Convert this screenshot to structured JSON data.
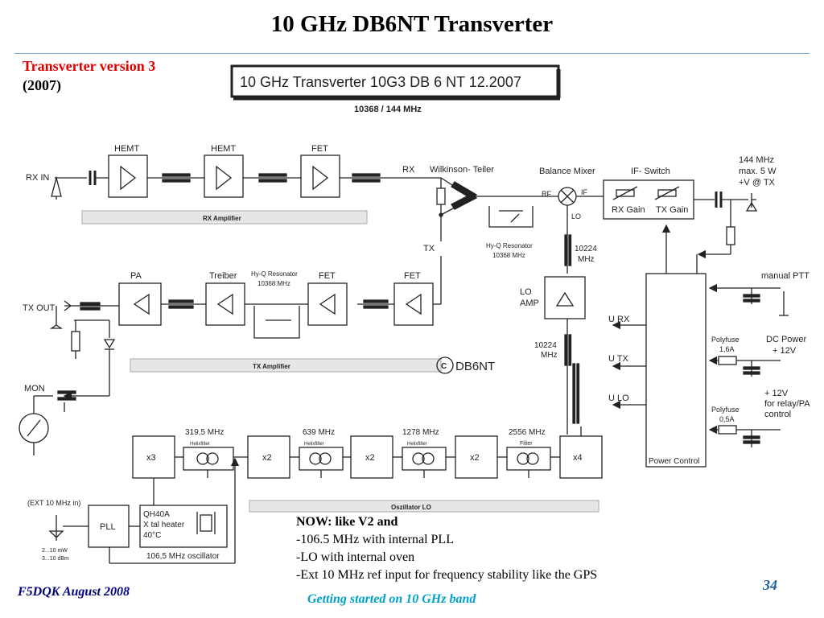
{
  "slide": {
    "title": "10 GHz DB6NT Transverter",
    "version": "Transverter version 3",
    "year": "(2007)",
    "footer_left": "F5DQK August 2008",
    "footer_mid": "Getting started on 10 GHz band",
    "page_number": "34",
    "note": {
      "heading": "NOW: like V2 and",
      "lines": [
        "-106.5 MHz with internal PLL",
        "-LO with internal oven",
        "-Ext 10 MHz ref input for frequency stability like the GPS"
      ]
    }
  },
  "diagram": {
    "header_box": "10 GHz Transverter  10G3  DB 6 NT  12.2007",
    "subheader": "10368 / 144 MHz",
    "rx_in": "RX  IN",
    "tx_out": "TX  OUT",
    "mon": "MON",
    "hemt1": "HEMT",
    "hemt2": "HEMT",
    "fet_rx": "FET",
    "rx_label": "RX",
    "wilkinson": "Wilkinson- Teiler",
    "tx_label": "TX",
    "balance_mixer": "Balance Mixer",
    "rf": "RF",
    "if": "IF",
    "lo": "LO",
    "if_switch": "IF- Switch",
    "rx_gain": "RX Gain",
    "tx_gain": "TX Gain",
    "if_freq": "144 MHz",
    "if_power": "max. 5 W",
    "if_tx": "+V @ TX",
    "rx_amp_bar": "RX  Amplifier",
    "resonator_rx": "Hy-Q Resonator",
    "resonator_rx_freq": "10368 MHz",
    "lo_freq_1": "10224",
    "lo_freq_1_unit": "MHz",
    "pa": "PA",
    "treiber": "Treiber",
    "resonator_tx": "Hy-Q Resonator",
    "resonator_tx_freq": "10368 MHz",
    "fet_tx1": "FET",
    "fet_tx2": "FET",
    "lo_amp_1": "LO",
    "lo_amp_2": "AMP",
    "lo_freq_2": "10224",
    "lo_freq_2_unit": "MHz",
    "tx_amp_bar": "TX  Amplifier",
    "copyright": "DB6NT",
    "u_rx": "U  RX",
    "u_tx": "U  TX",
    "u_lo": "U  LO",
    "manual_ptt": "manual PTT",
    "polyfuse_1": "Polyfuse",
    "polyfuse_1_val": "1,6A",
    "dc_power": "DC Power",
    "dc_power_v": "+ 12V",
    "relay_v": "+ 12V",
    "relay_1": "for relay/PA",
    "relay_2": "control",
    "polyfuse_2": "Polyfuse",
    "polyfuse_2_val": "0,5A",
    "power_control": "Power Control",
    "freq_319": "319,5 MHz",
    "freq_639": "639 MHz",
    "freq_1278": "1278 MHz",
    "freq_2556": "2556 MHz",
    "x3": "x3",
    "x2a": "x2",
    "x2b": "x2",
    "x2c": "x2",
    "x4": "x4",
    "helix1": "Helixfilter",
    "helix2": "Helixfilter",
    "helix3": "Helixfilter",
    "filter": "Filter",
    "osc_bar": "Oszillator  LO",
    "ext_ref": "(EXT 10 MHz in)",
    "pll": "PLL",
    "ref_lvl_1": "2...10 mW",
    "ref_lvl_2": "3...10 dBm",
    "xtal_1": "QH40A",
    "xtal_2": "X tal heater",
    "xtal_3": "40°C",
    "osc_106": "106,5 MHz oscillator"
  }
}
